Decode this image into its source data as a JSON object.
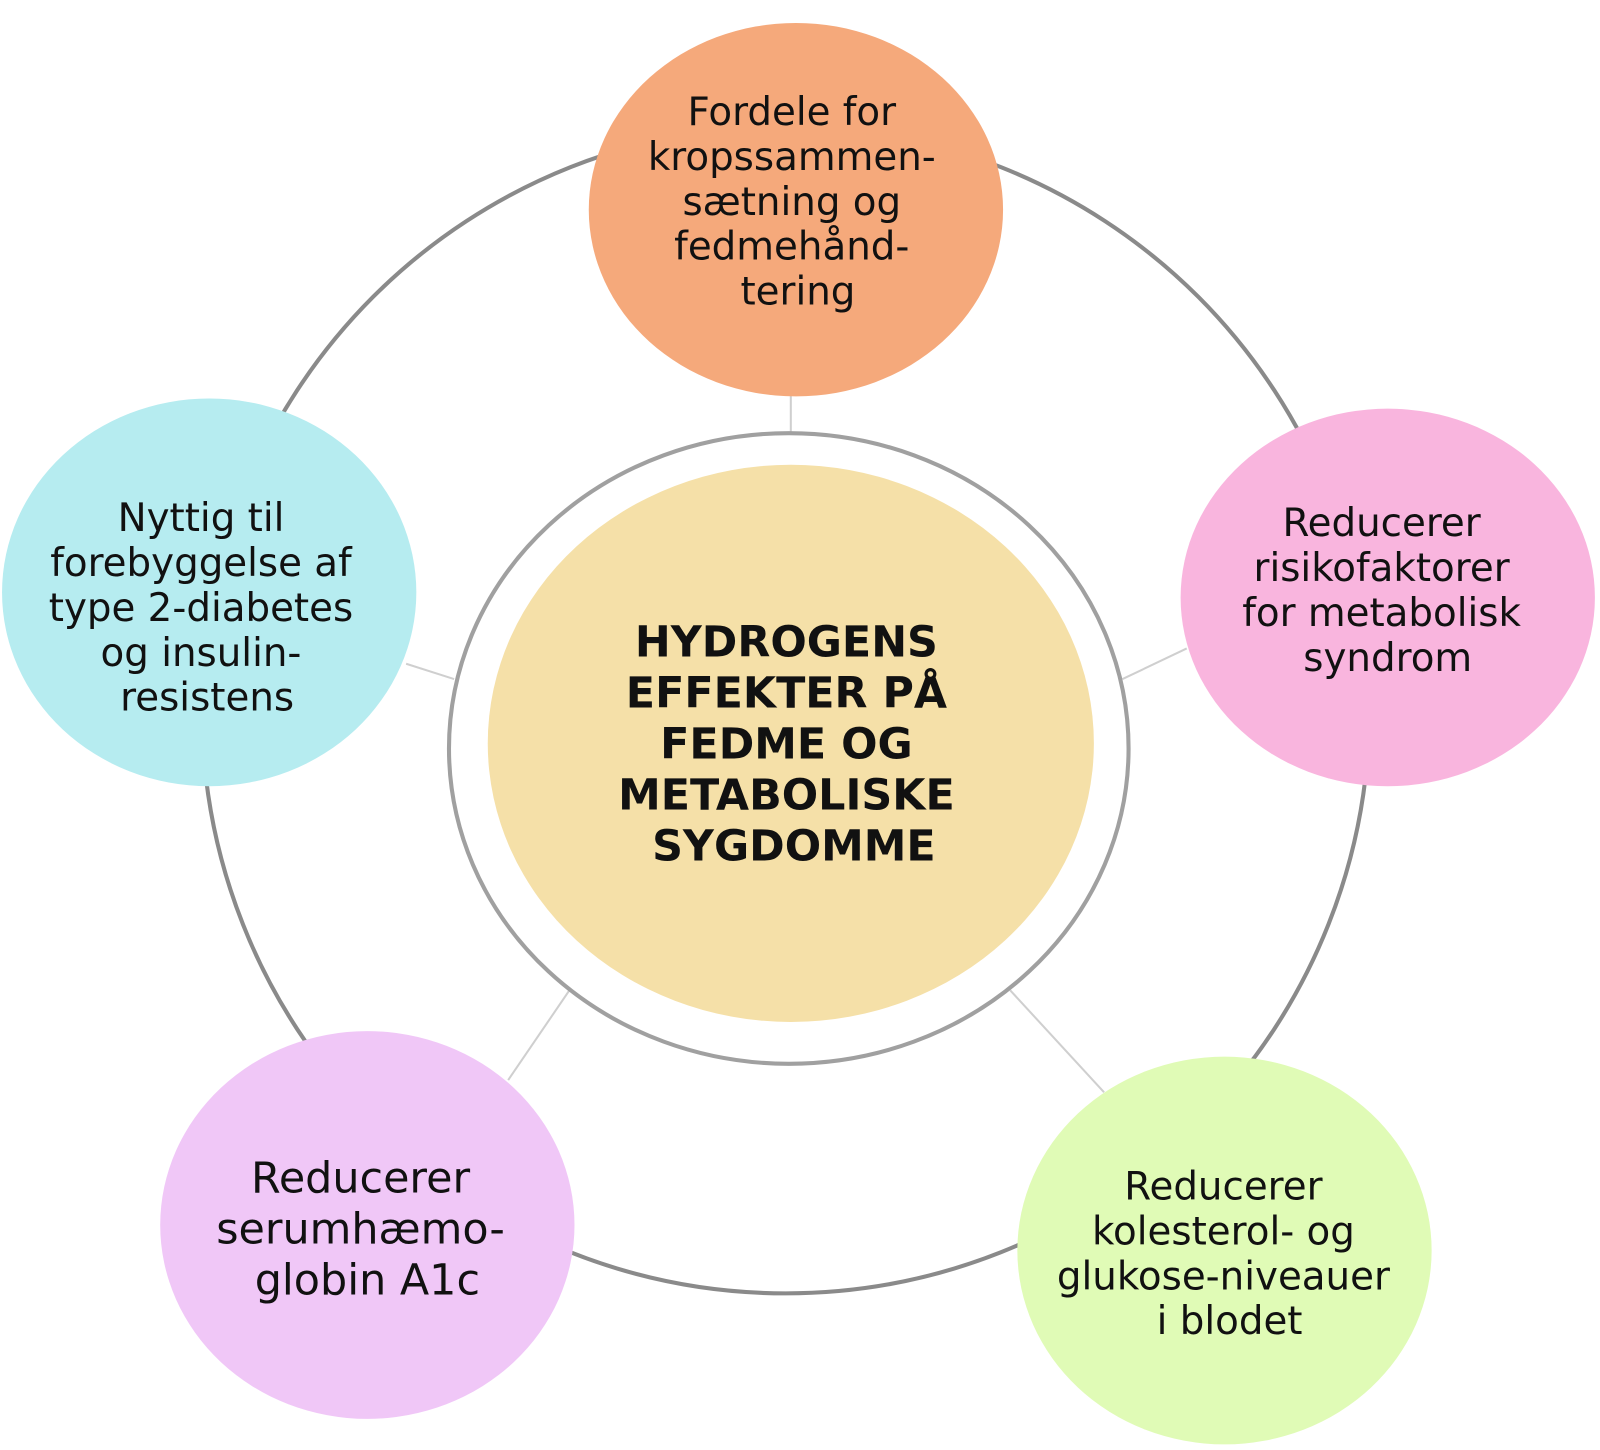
{
  "center": {
    "lines": [
      "HYDROGENS",
      "EFFEKTER PÅ",
      "FEDME OG",
      "METABOLISKE",
      "SYGDOMME"
    ],
    "color": "#f5e0a8"
  },
  "nodes": [
    {
      "id": "top",
      "color": "#f5a97b",
      "lines": [
        "Fordele for",
        "kropssammen-",
        "sætning og",
        "fedmehånd-",
        "tering"
      ]
    },
    {
      "id": "right",
      "color": "#f9b5de",
      "lines": [
        "Reducerer",
        "risikofaktorer",
        "for metabolisk",
        "syndrom"
      ]
    },
    {
      "id": "bottom-right",
      "color": "#e0fbb6",
      "lines": [
        "Reducerer",
        "kolesterol- og",
        "glukose-niveauer",
        "i blodet"
      ]
    },
    {
      "id": "bottom-left",
      "color": "#f0c7f7",
      "lines": [
        "Reducerer",
        "serumhæmo-",
        "globin A1c"
      ]
    },
    {
      "id": "left",
      "color": "#b6ecf0",
      "lines": [
        "Nyttig til",
        "forebyggelse af",
        "type 2-diabetes",
        "og insulin-",
        "resistens"
      ]
    }
  ],
  "ring_color": "#8a8a8a"
}
